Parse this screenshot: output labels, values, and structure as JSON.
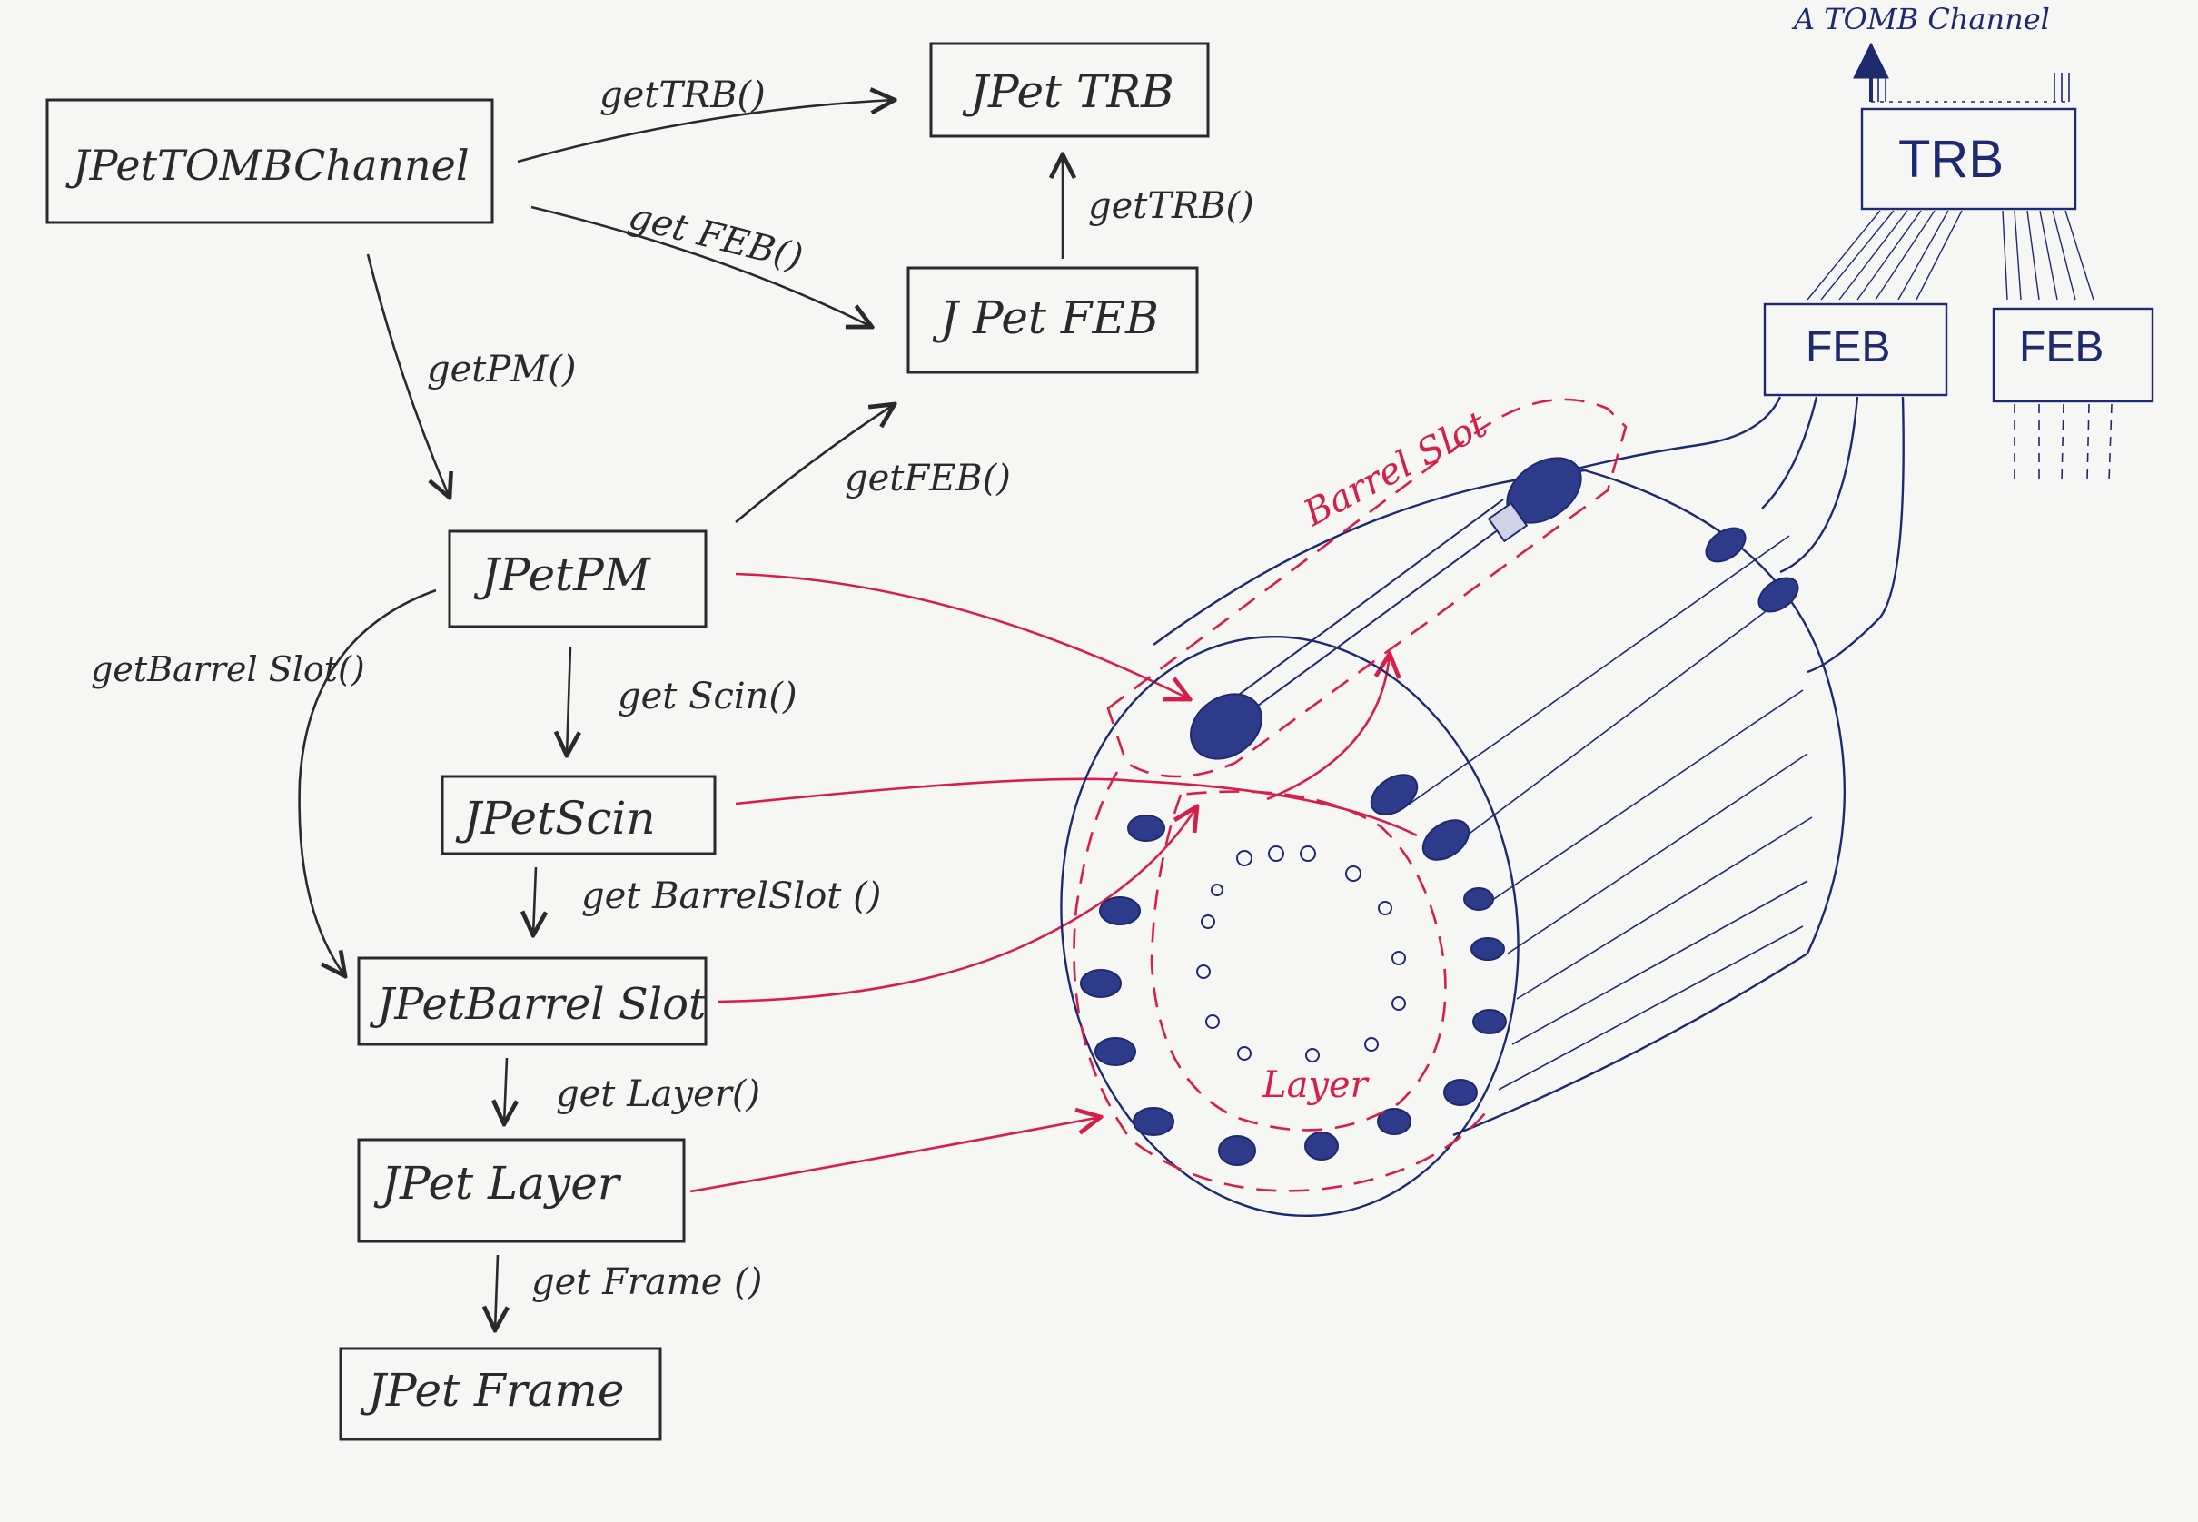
{
  "nodes": {
    "tomb_channel": "JPetTOMBChannel",
    "trb": "JPet TRB",
    "feb": "J Pet FEB",
    "pm": "JPetPM",
    "scin": "JPetScin",
    "barrel_slot": "JPetBarrel Slot",
    "layer": "JPet Layer",
    "frame": "JPet Frame"
  },
  "edges": {
    "tomb_to_trb": "getTRB()",
    "tomb_to_feb": "get FEB()",
    "feb_to_trb": "getTRB()",
    "tomb_to_pm": "getPM()",
    "pm_to_feb": "getFEB()",
    "pm_to_barrel": "getBarrel Slot()",
    "pm_to_scin": "get Scin()",
    "scin_to_barrel": "get BarrelSlot ()",
    "barrel_to_layer": "get Layer()",
    "layer_to_frame": "get Frame ()"
  },
  "hardware": {
    "tomb_channel_label": "A TOMB Channel",
    "trb_label": "TRB",
    "feb_left_label": "FEB",
    "feb_right_label": "FEB",
    "barrel_slot_label": "Barrel Slot",
    "layer_label": "Layer"
  },
  "colors": {
    "ink": "#2a2a2a",
    "red": "#d61f48",
    "blue": "#1e2a6e"
  }
}
